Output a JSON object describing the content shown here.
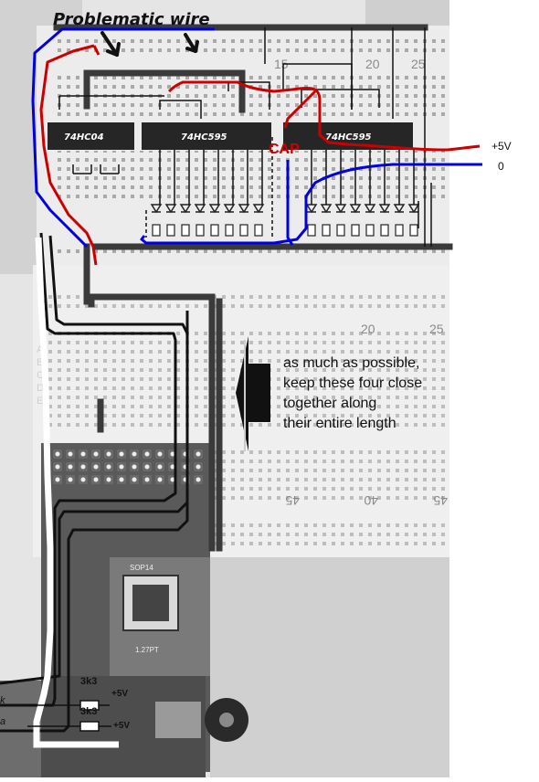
{
  "annotations": {
    "problem_title": "Problematic wire",
    "cap_label": "CAP",
    "note_lines": [
      "as much as possible,",
      "keep these four close",
      "together along",
      "their entire length"
    ]
  },
  "rails": {
    "vcc_label": "+5V",
    "gnd_label": "0"
  },
  "chips": {
    "inverter": "74HC04",
    "shift_register_a": "74HC595",
    "shift_register_b": "74HC595"
  },
  "breadboard_upper": {
    "column_numbers": [
      "15",
      "20",
      "25"
    ]
  },
  "breadboard_lower": {
    "row_letters": [
      "A",
      "B",
      "C",
      "D",
      "E"
    ],
    "column_numbers_top": [
      "20",
      "25"
    ],
    "column_numbers_bottom": [
      "45",
      "40",
      "45"
    ]
  },
  "board": {
    "chip_marking": "SOP14",
    "pitch_marking": "1.27PT"
  },
  "resistors": {
    "r1_value": "3k3",
    "r2_value": "3k3",
    "r1_supply": "+5V",
    "r2_supply": "+5V",
    "line1_label": "k",
    "line2_label": "a"
  },
  "colors": {
    "vcc_wire": "#cc0000",
    "gnd_wire": "#0000e0",
    "signal_wire": "#111111",
    "photo_background": "#e6e6e6"
  }
}
